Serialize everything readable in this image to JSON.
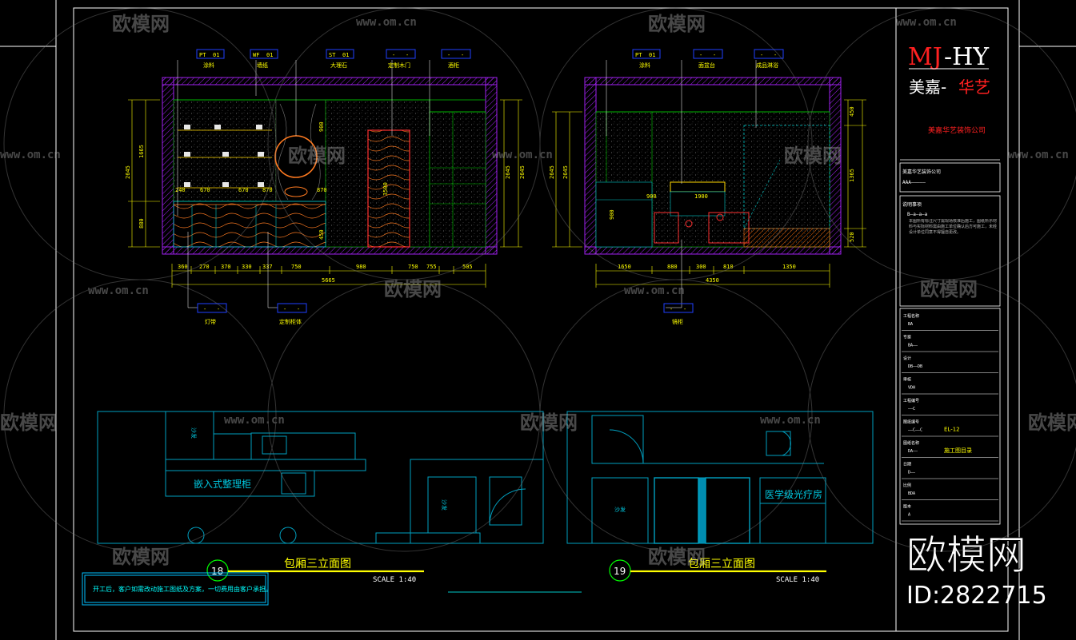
{
  "colors": {
    "background": "#000000",
    "frame": "#ffffff",
    "wall": "#a020f0",
    "cabinet": "#00c8c8",
    "dimension": "#ffff00",
    "tag": "#0000ff",
    "plan": "#00a0c0",
    "title_red": "#ff2020",
    "note_border": "#00bfff",
    "callout_circle": "#00ff00"
  },
  "elevation_18": {
    "tags_top": [
      {
        "code": "PT",
        "num": "01",
        "label": "涂料"
      },
      {
        "code": "WF",
        "num": "01",
        "label": "墙纸"
      },
      {
        "code": "ST",
        "num": "01",
        "label": "大理石"
      },
      {
        "code": "-",
        "num": "-",
        "label": "定制木门"
      },
      {
        "code": "-",
        "num": "-",
        "label": "酒柜"
      }
    ],
    "tags_bottom": [
      {
        "code": "-",
        "num": "-",
        "label": "灯带"
      },
      {
        "code": "-",
        "num": "-",
        "label": "定制柜体"
      }
    ],
    "dims_bottom": [
      "360",
      "270",
      "370",
      "330",
      "337",
      "750",
      "980",
      "750",
      "755",
      "505"
    ],
    "dim_total": "5665",
    "dims_left": [
      "1665",
      "880",
      "2645"
    ],
    "dims_right": [
      "2645",
      "2645"
    ],
    "shelf_dims": [
      "240",
      "670",
      "670",
      "870",
      "870"
    ],
    "vertical_labels": [
      "3500",
      "900",
      "450"
    ]
  },
  "elevation_19": {
    "tags_top": [
      {
        "code": "PT",
        "num": "01",
        "label": "涂料"
      },
      {
        "code": "-",
        "num": "-",
        "label": "面盆台"
      },
      {
        "code": "-",
        "num": "-",
        "label": "成品淋浴"
      }
    ],
    "tags_bottom": [
      {
        "code": "-",
        "num": "-",
        "label": "镜柜"
      }
    ],
    "dims_bottom": [
      "1650",
      "880",
      "300",
      "810",
      "1350"
    ],
    "dim_total": "4350",
    "dims_left": [
      "2645",
      "2645"
    ],
    "dims_right": [
      "450",
      "1365",
      "520"
    ],
    "inner_dims": [
      "900",
      "1900",
      "900"
    ]
  },
  "plan_labels": {
    "storage": "嵌入式整理柜",
    "sofa_a": "沙发",
    "sofa_b": "沙发",
    "sofa_c": "沙发",
    "therapy_room": "医学级光疗房"
  },
  "titles": [
    {
      "num": "18",
      "title": "包厢三立面图",
      "scale": "SCALE 1:40"
    },
    {
      "num": "19",
      "title": "包厢三立面图",
      "scale": "SCALE 1:40"
    }
  ],
  "note": "开工后，客户如需改动施工图纸及方案，一切费用由客户承担。",
  "title_block": {
    "logo_red": "MJ",
    "logo_white": "-HY",
    "brand_white": "美嘉-",
    "brand_red": "华艺",
    "company": "美嘉华艺装饰公司",
    "project_label": "美嘉华艺装饰公司",
    "project_value": "AAA—————",
    "notes_header": "说明事项",
    "notes_sub": "B—a—a—a",
    "notes_text": "本图所有标注尺寸需现场核准后施工，图纸所示材料与实际材料需由施工单位确认后方可施工，未经设计单位同意不得擅自更改。",
    "rows": [
      {
        "label": "工程名称",
        "value": "BA"
      },
      {
        "label": "专案",
        "value": "BA——"
      },
      {
        "label": "设计",
        "value": "DB——DB"
      },
      {
        "label": "审核",
        "value": "VDH"
      },
      {
        "label": "工程编号",
        "value": "——C"
      },
      {
        "label": "图纸编号",
        "value": "——C——C",
        "extra": "EL-12"
      },
      {
        "label": "图纸名称",
        "value": "DA——",
        "extra": "施工图目录"
      },
      {
        "label": "日期",
        "value": "D——"
      },
      {
        "label": "比例",
        "value": "BDA"
      },
      {
        "label": "版本",
        "value": "A"
      }
    ]
  },
  "watermark": {
    "brand": "欧模网",
    "url": "www.om.cn",
    "big_brand": "欧模网",
    "id": "ID:2822715"
  }
}
